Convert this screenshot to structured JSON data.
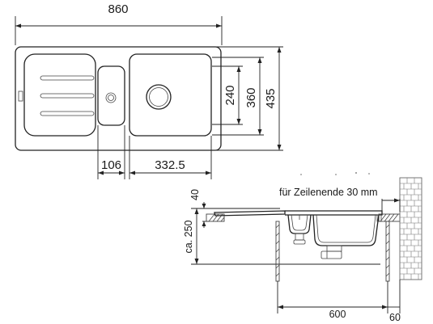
{
  "top_view": {
    "width_label": "860",
    "depth_label": "435",
    "inner_depth_label": "360",
    "bowl_depth_label": "240",
    "small_bowl_width_label": "106",
    "main_bowl_width_label": "332.5"
  },
  "side_view": {
    "note": "für Zeilenende 30 mm",
    "rim_label": "40",
    "height_label": "ca. 250",
    "cabinet_label": "600",
    "offset_label": "60"
  },
  "colors": {
    "line": "#222222",
    "hatch": "#555555",
    "wall": "#777777"
  }
}
